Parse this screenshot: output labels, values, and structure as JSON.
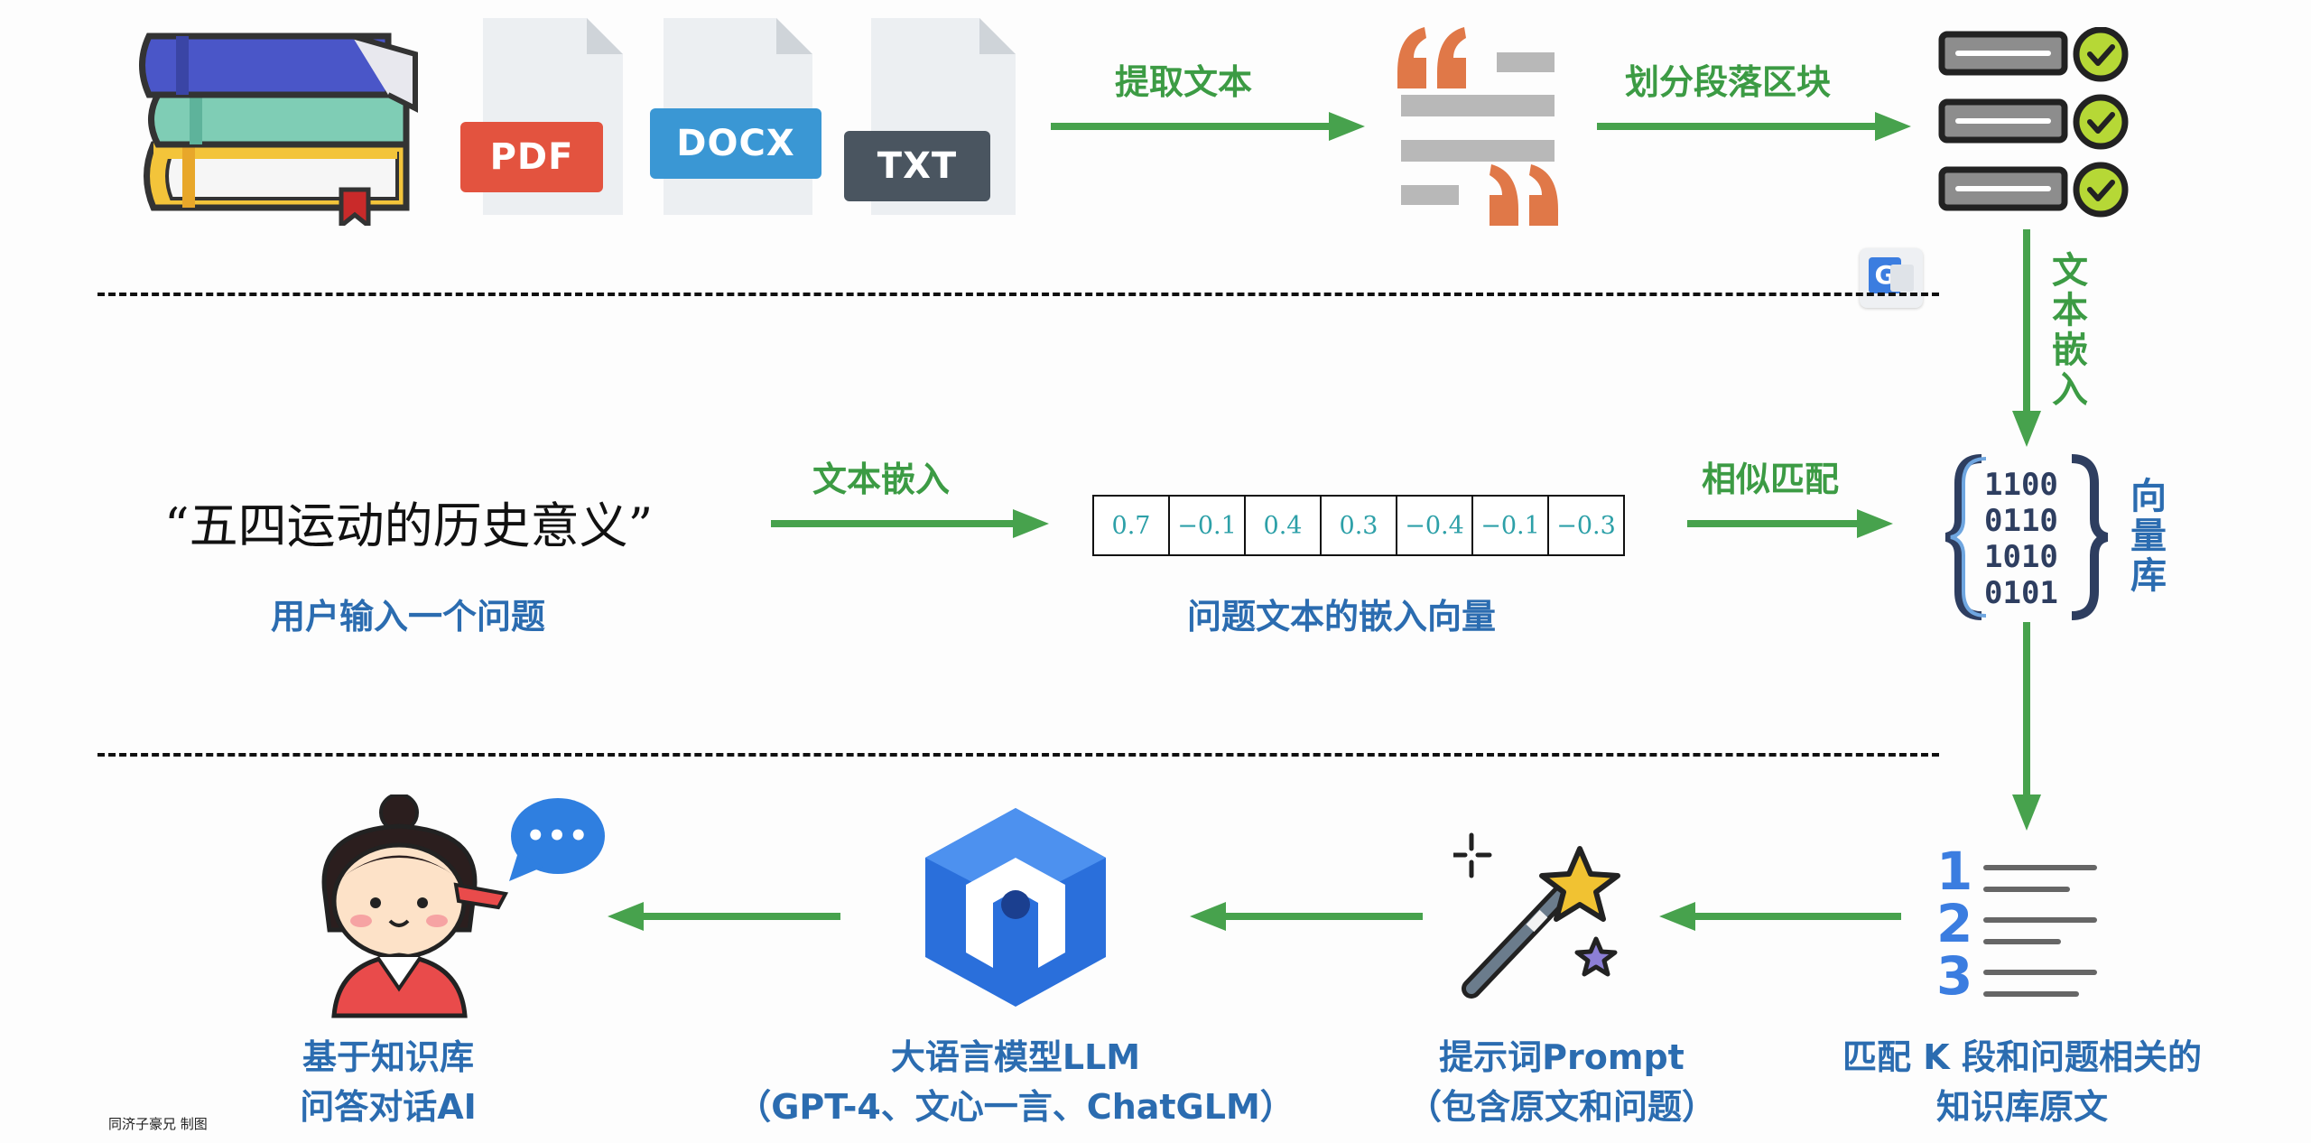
{
  "docs": {
    "pdf": "PDF",
    "docx": "DOCX",
    "txt": "TXT"
  },
  "steps": {
    "extract_text": "提取文本",
    "split_blocks": "划分段落区块",
    "text_embed_vertical": [
      "文",
      "本",
      "嵌",
      "入"
    ],
    "text_embed": "文本嵌入",
    "similar_match": "相似匹配",
    "vector_db_vertical": [
      "向",
      "量",
      "库"
    ]
  },
  "query": {
    "text": "“五四运动的历史意义”",
    "caption": "用户输入一个问题"
  },
  "vector": {
    "values": [
      "0.7",
      "−0.1",
      "0.4",
      "0.3",
      "−0.4",
      "−0.1",
      "−0.3"
    ],
    "caption": "问题文本的嵌入向量"
  },
  "bottom": {
    "ai_line1": "基于知识库",
    "ai_line2": "问答对话AI",
    "llm_line1": "大语言模型LLM",
    "llm_line2": "（GPT-4、文心一言、ChatGLM）",
    "prompt_line1": "提示词Prompt",
    "prompt_line2": "（包含原文和问题）",
    "match_line1": "匹配 K 段和问题相关的",
    "match_line2": "知识库原文",
    "list_numbers": [
      "1",
      "2",
      "3"
    ],
    "chat_dots": "•••"
  },
  "translate_badge": "G",
  "credit": "同济子豪兄 制图",
  "colors": {
    "green": "#47a24d",
    "blue_text": "#2b6cb0",
    "pdf": "#e3533f",
    "docx": "#3a97d4",
    "txt": "#4a5560"
  }
}
